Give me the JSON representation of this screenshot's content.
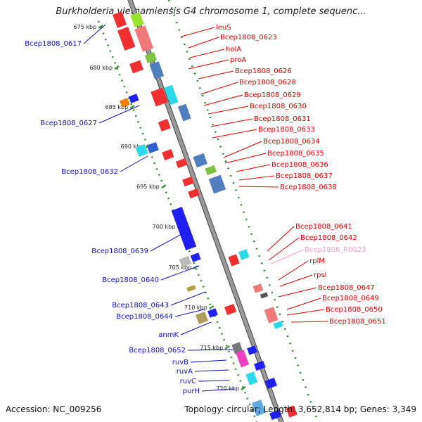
{
  "title": "Burkholderia vietnamiensis G4 chromosome 1, complete sequenc...",
  "footer": {
    "accession": "Accession: NC_009256",
    "topology": "Topology: circular; Length: 3,652,814 bp; Genes: 3,349"
  },
  "colors": {
    "label_right": "#e00000",
    "label_rna": "#f2a0c8",
    "label_left": "#1010c0",
    "backbone": "#999999",
    "ruler_dots": "#2a8a2a"
  },
  "ruler_labels": [
    "675 kbp",
    "680 kbp",
    "685 kbp",
    "690 kbp",
    "695 kbp",
    "700 kbp",
    "705 kbp",
    "710 kbp",
    "715 kbp",
    "720 kbp"
  ],
  "right_genes": [
    "leuS",
    "Bcep1808_0623",
    "holA",
    "proA",
    "Bcep1808_0626",
    "Bcep1808_0628",
    "Bcep1808_0629",
    "Bcep1808_0630",
    "Bcep1808_0631",
    "Bcep1808_0633",
    "Bcep1808_0634",
    "Bcep1808_0635",
    "Bcep1808_0636",
    "Bcep1808_0637",
    "Bcep1808_0638",
    "Bcep1808_0641",
    "Bcep1808_0642",
    "Bcep1808_R0023",
    "rplM",
    "rpsI",
    "Bcep1808_0647",
    "Bcep1808_0649",
    "Bcep1808_0650",
    "Bcep1808_0651"
  ],
  "left_genes": [
    "Bcep1808_0617",
    "Bcep1808_0627",
    "Bcep1808_0632",
    "Bcep1808_0639",
    "Bcep1808_0640",
    "Bcep1808_0643",
    "Bcep1808_0644",
    "anmK",
    "Bcep1808_0652",
    "ruvB",
    "ruvA",
    "ruvC",
    "purH"
  ]
}
